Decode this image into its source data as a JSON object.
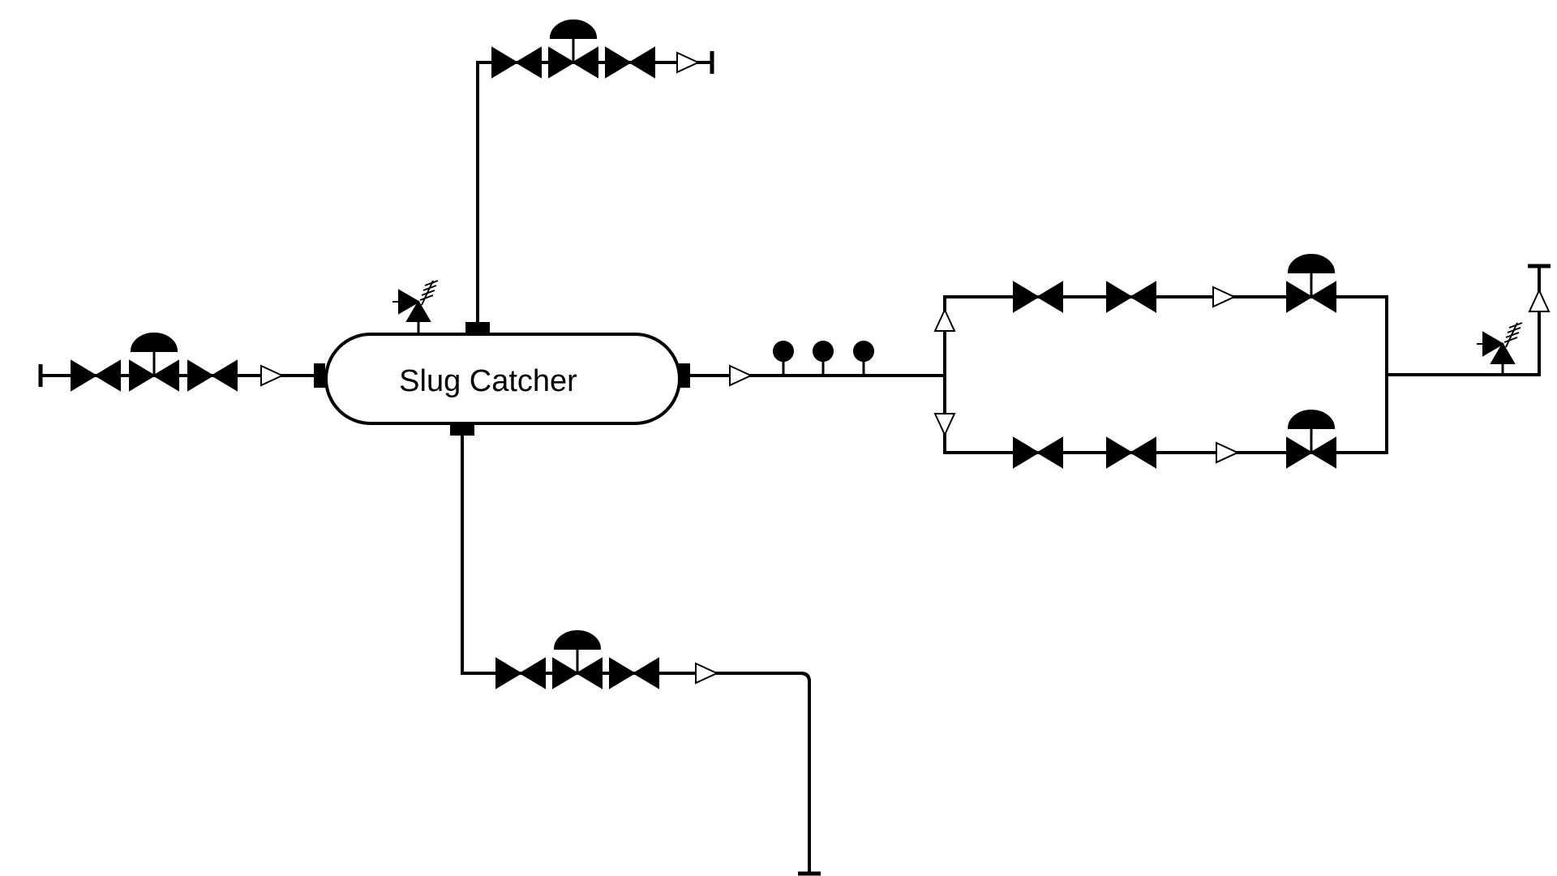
{
  "diagram": {
    "equipment": {
      "slug_catcher": {
        "label": "Slug Catcher",
        "symbol": "horizontal-vessel"
      }
    },
    "symbols": {
      "gate_valve": "gate-valve-icon",
      "control_valve": "control-valve-icon",
      "reducer": "reducer-icon",
      "line_end": "line-end-cap-icon",
      "relief_valve": "pressure-relief-valve-icon",
      "instrument": "instrument-bubble-icon"
    },
    "lines": [
      {
        "id": "inlet",
        "components": [
          "line-end",
          "gate-valve",
          "control-valve",
          "gate-valve",
          "reducer"
        ]
      },
      {
        "id": "top-outlet",
        "components": [
          "gate-valve",
          "control-valve",
          "gate-valve",
          "reducer",
          "line-end"
        ]
      },
      {
        "id": "bottom-outlet",
        "components": [
          "gate-valve",
          "control-valve",
          "gate-valve",
          "reducer",
          "line-end"
        ]
      },
      {
        "id": "gas-outlet",
        "components": [
          "reducer",
          "instrument",
          "instrument",
          "instrument"
        ]
      },
      {
        "id": "upper-branch",
        "components": [
          "reducer",
          "gate-valve",
          "gate-valve",
          "reducer",
          "control-valve"
        ]
      },
      {
        "id": "lower-branch",
        "components": [
          "reducer",
          "gate-valve",
          "gate-valve",
          "reducer",
          "control-valve"
        ]
      },
      {
        "id": "export",
        "components": [
          "relief-valve",
          "reducer",
          "line-end"
        ]
      }
    ],
    "colors": {
      "line": "#000000",
      "background": "#ffffff"
    }
  }
}
